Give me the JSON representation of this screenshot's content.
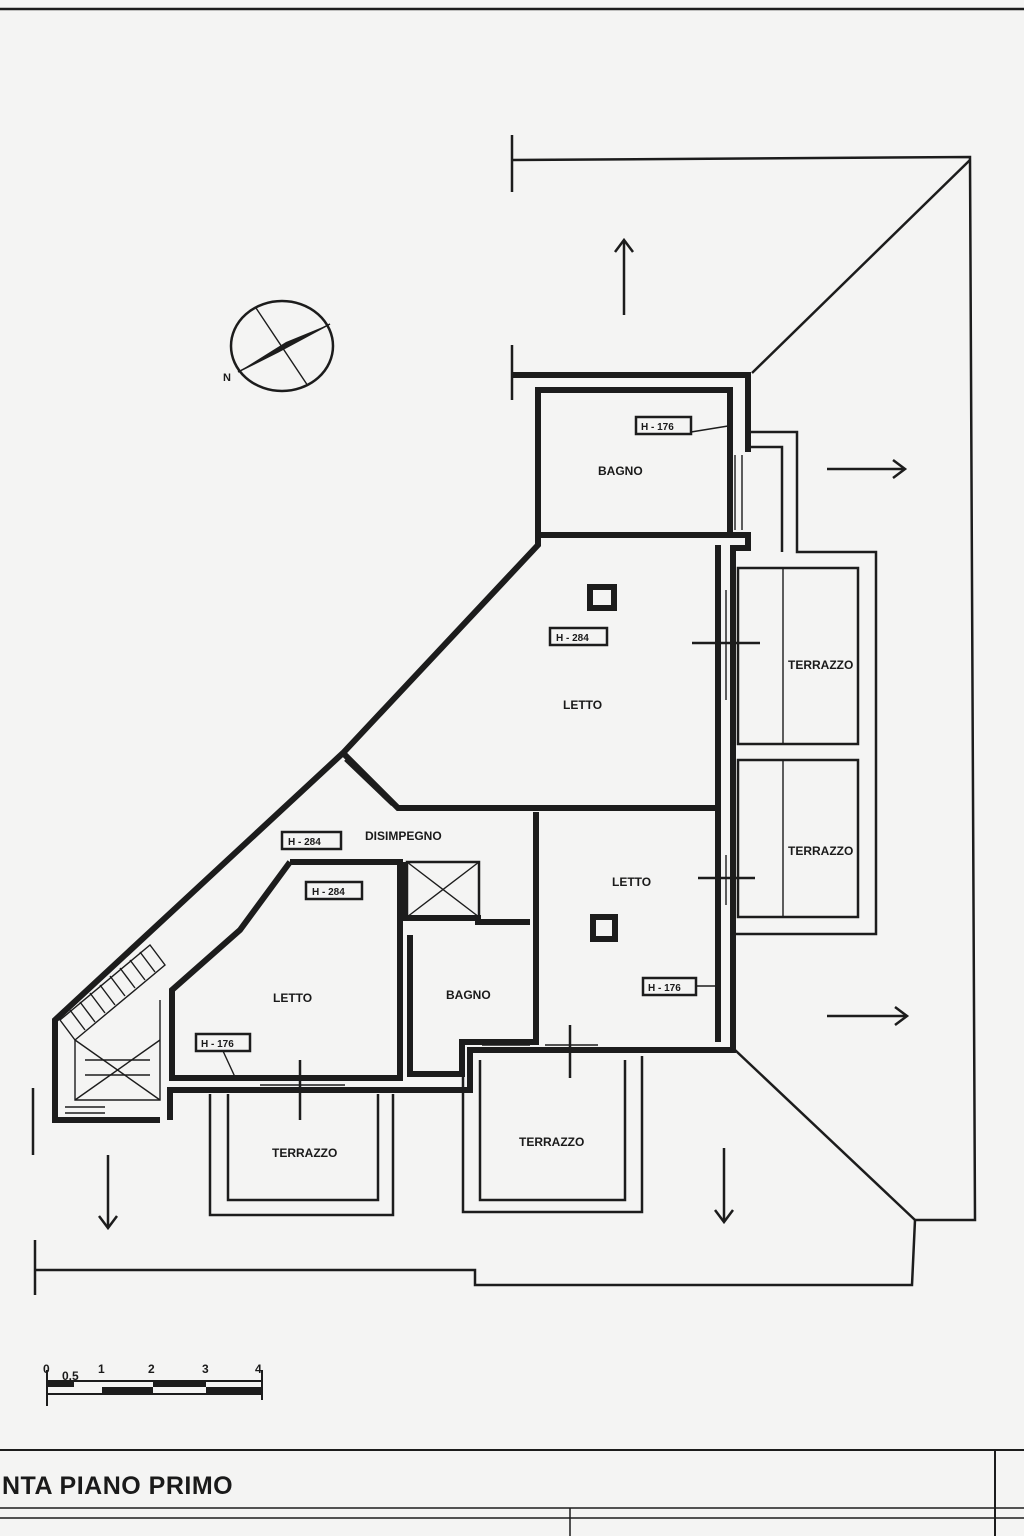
{
  "drawing": {
    "title": "NTA PIANO PRIMO",
    "compass_label": "N",
    "scale": {
      "ticks": [
        "0",
        "0.5",
        "1",
        "2",
        "3",
        "4"
      ]
    }
  },
  "rooms": {
    "bagno_top": "BAGNO",
    "letto_main": "LETTO",
    "letto_right": "LETTO",
    "letto_left": "LETTO",
    "bagno_small": "BAGNO",
    "disimpegno": "DISIMPEGNO",
    "terrazzo_right_1": "TERRAZZO",
    "terrazzo_right_2": "TERRAZZO",
    "terrazzo_bottom_left": "TERRAZZO",
    "terrazzo_bottom_mid": "TERRAZZO"
  },
  "heights": {
    "bagno_top": "H - 176",
    "letto_main": "H - 284",
    "disimpegno": "H - 284",
    "letto_left_top": "H - 284",
    "letto_right": "H - 176",
    "letto_left_bottom": "H - 176"
  }
}
